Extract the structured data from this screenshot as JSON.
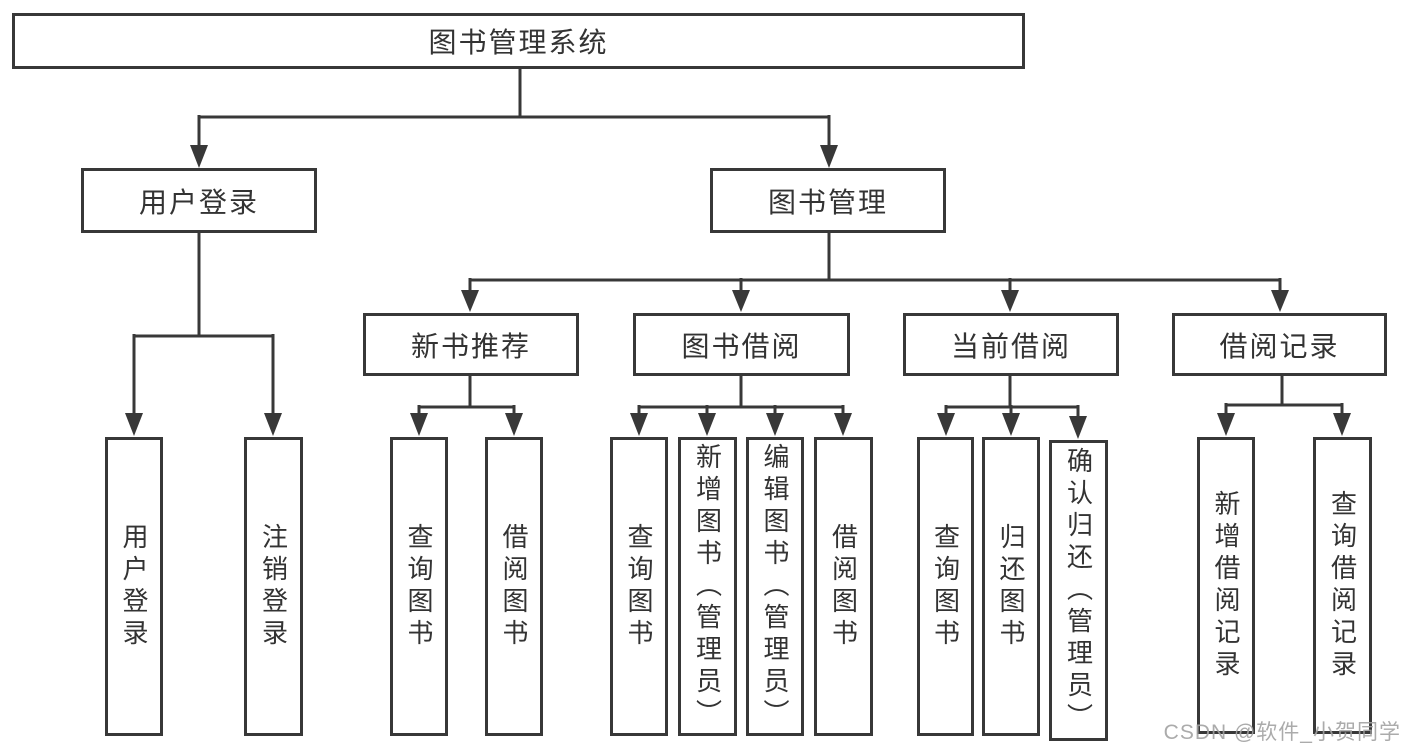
{
  "diagram": {
    "type": "hierarchy-tree",
    "watermark": "CSDN @软件_小贺同学",
    "colors": {
      "line": "#383838",
      "box_border": "#383838",
      "text": "#333333",
      "background": "#ffffff",
      "watermark": "#a2a2a2"
    },
    "nodes": {
      "root": {
        "label": "图书管理系统"
      },
      "user_login": {
        "label": "用户登录"
      },
      "book_mgmt": {
        "label": "图书管理"
      },
      "new_book_rec": {
        "label": "新书推荐"
      },
      "book_borrow": {
        "label": "图书借阅"
      },
      "current_borrow": {
        "label": "当前借阅"
      },
      "borrow_records": {
        "label": "借阅记录"
      },
      "login_user": {
        "label": "用户登录"
      },
      "login_logout": {
        "label": "注销登录"
      },
      "rec_query": {
        "label": "查询图书"
      },
      "rec_borrow": {
        "label": "借阅图书"
      },
      "bb_query": {
        "label": "查询图书"
      },
      "bb_add": {
        "label": "新增图书（管理员）"
      },
      "bb_edit": {
        "label": "编辑图书（管理员）"
      },
      "bb_borrow": {
        "label": "借阅图书"
      },
      "cb_query": {
        "label": "查询图书"
      },
      "cb_return": {
        "label": "归还图书"
      },
      "cb_confirm": {
        "label": "确认归还（管理员）"
      },
      "br_add": {
        "label": "新增借阅记录"
      },
      "br_query": {
        "label": "查询借阅记录"
      }
    },
    "hierarchy": {
      "root": [
        "user_login",
        "book_mgmt"
      ],
      "user_login": [
        "login_user",
        "login_logout"
      ],
      "book_mgmt": [
        "new_book_rec",
        "book_borrow",
        "current_borrow",
        "borrow_records"
      ],
      "new_book_rec": [
        "rec_query",
        "rec_borrow"
      ],
      "book_borrow": [
        "bb_query",
        "bb_add",
        "bb_edit",
        "bb_borrow"
      ],
      "current_borrow": [
        "cb_query",
        "cb_return",
        "cb_confirm"
      ],
      "borrow_records": [
        "br_add",
        "br_query"
      ]
    }
  }
}
